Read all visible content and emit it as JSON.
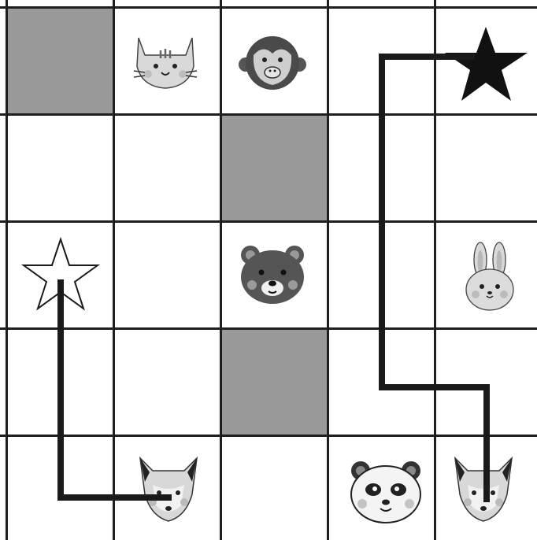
{
  "board": {
    "rows": 5,
    "cols": 5,
    "shaded_cells": [
      [
        0,
        0
      ],
      [
        1,
        2
      ],
      [
        3,
        2
      ]
    ],
    "colors": {
      "grid": "#1e1e1e",
      "shaded": "#999999",
      "path": "#1a1a1a",
      "star_outline": "#1a1a1a",
      "star_filled": "#111111"
    }
  },
  "pieces": [
    {
      "row": 0,
      "col": 1,
      "kind": "cat-icon"
    },
    {
      "row": 0,
      "col": 2,
      "kind": "monkey-icon"
    },
    {
      "row": 0,
      "col": 4,
      "kind": "star-filled-icon"
    },
    {
      "row": 2,
      "col": 0,
      "kind": "star-outline-icon"
    },
    {
      "row": 2,
      "col": 2,
      "kind": "bear-icon"
    },
    {
      "row": 2,
      "col": 4,
      "kind": "rabbit-icon"
    },
    {
      "row": 4,
      "col": 1,
      "kind": "fox-icon"
    },
    {
      "row": 4,
      "col": 3,
      "kind": "panda-icon"
    },
    {
      "row": 4,
      "col": 4,
      "kind": "fox-icon"
    }
  ],
  "paths": [
    {
      "name": "path-star-outline-to-fox",
      "cells": [
        [
          2,
          0
        ],
        [
          4,
          0
        ],
        [
          4,
          1
        ]
      ]
    },
    {
      "name": "path-fox-to-star-filled",
      "cells": [
        [
          4,
          4
        ],
        [
          3,
          4
        ],
        [
          3,
          3
        ],
        [
          0,
          3
        ],
        [
          0,
          4
        ]
      ]
    }
  ]
}
